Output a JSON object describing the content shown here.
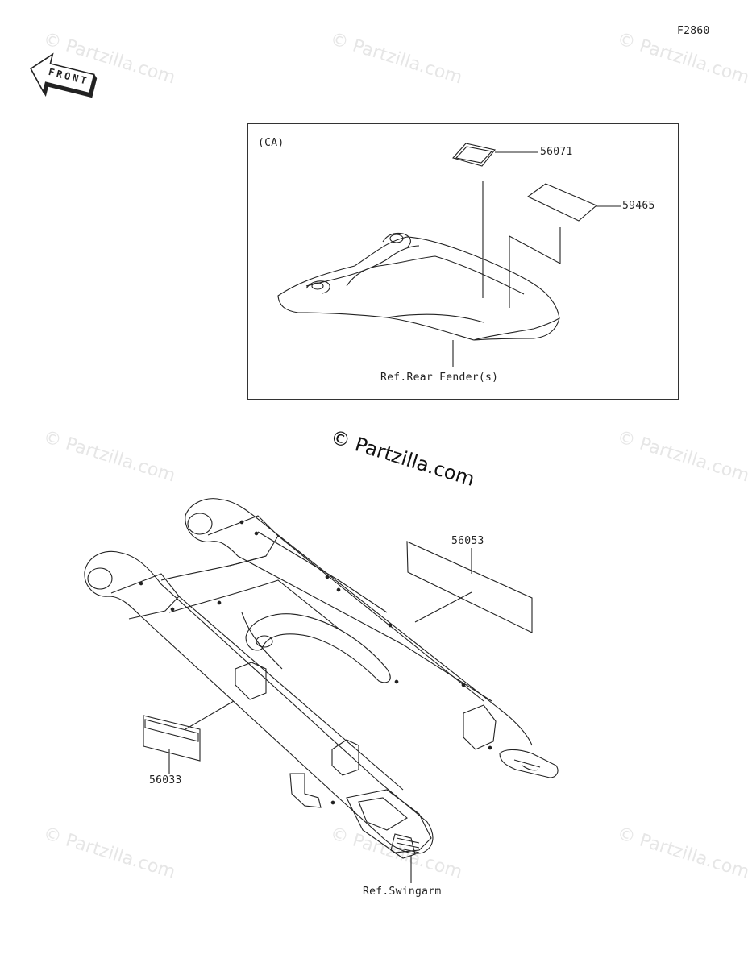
{
  "diagram": {
    "figure_code": "F2860",
    "front_badge": "FRONT",
    "inset_label": "(CA)",
    "callouts": {
      "p56071": "56071",
      "p59465": "59465",
      "p56053": "56053",
      "p56033": "56033"
    },
    "refs": {
      "rear_fender": "Ref.Rear Fender(s)",
      "swingarm": "Ref.Swingarm"
    },
    "copyright": "© Partzilla.com",
    "watermark": "© Partzilla.com"
  }
}
